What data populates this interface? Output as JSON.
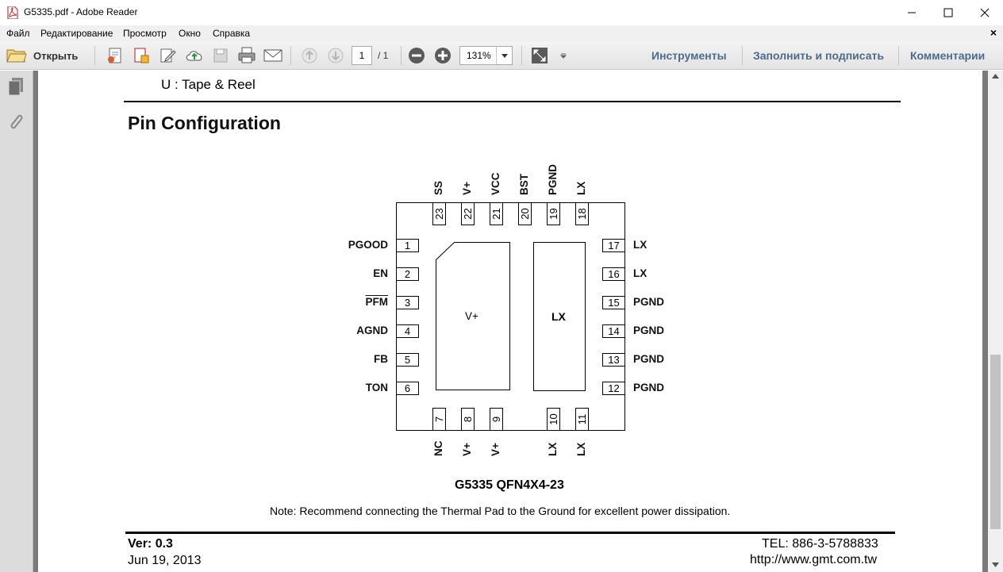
{
  "window": {
    "title": "G5335.pdf - Adobe Reader",
    "minimize_icon": "minimize-icon",
    "maximize_icon": "maximize-icon",
    "close_icon": "close-icon"
  },
  "menu": {
    "items": [
      "Файл",
      "Редактирование",
      "Просмотр",
      "Окно",
      "Справка"
    ],
    "close_doc": "×"
  },
  "toolbar": {
    "open_label": "Открыть",
    "page_current": "1",
    "page_total": "/ 1",
    "zoom": "131%",
    "tools_label": "Инструменты",
    "sign_label": "Заполнить и подписать",
    "comments_label": "Комментарии"
  },
  "document": {
    "prev_line": "U : Tape & Reel",
    "section_title": "Pin Configuration",
    "package_caption": "G5335 QFN4X4-23",
    "note": "Note: Recommend connecting the Thermal Pad to the Ground for excellent power dissipation.",
    "footer_version": "Ver: 0.3",
    "footer_date": "Jun 19, 2013",
    "footer_tel": "TEL: 886-3-5788833",
    "footer_url": "http://www.gmt.com.tw",
    "pad_left_label": "V+",
    "pad_right_label": "LX"
  },
  "pins": {
    "left": [
      {
        "num": "1",
        "name": "PGOOD"
      },
      {
        "num": "2",
        "name": "EN"
      },
      {
        "num": "3",
        "name": "PFM"
      },
      {
        "num": "4",
        "name": "AGND"
      },
      {
        "num": "5",
        "name": "FB"
      },
      {
        "num": "6",
        "name": "TON"
      }
    ],
    "right": [
      {
        "num": "17",
        "name": "LX"
      },
      {
        "num": "16",
        "name": "LX"
      },
      {
        "num": "15",
        "name": "PGND"
      },
      {
        "num": "14",
        "name": "PGND"
      },
      {
        "num": "13",
        "name": "PGND"
      },
      {
        "num": "12",
        "name": "PGND"
      }
    ],
    "top": [
      {
        "num": "23",
        "name": "SS"
      },
      {
        "num": "22",
        "name": "V+"
      },
      {
        "num": "21",
        "name": "VCC"
      },
      {
        "num": "20",
        "name": "BST"
      },
      {
        "num": "19",
        "name": "PGND"
      },
      {
        "num": "18",
        "name": "LX"
      }
    ],
    "bottom": [
      {
        "num": "7",
        "name": "NC"
      },
      {
        "num": "8",
        "name": "V+"
      },
      {
        "num": "9",
        "name": "V+"
      },
      {
        "num": "10",
        "name": "LX"
      },
      {
        "num": "11",
        "name": "LX"
      }
    ]
  }
}
